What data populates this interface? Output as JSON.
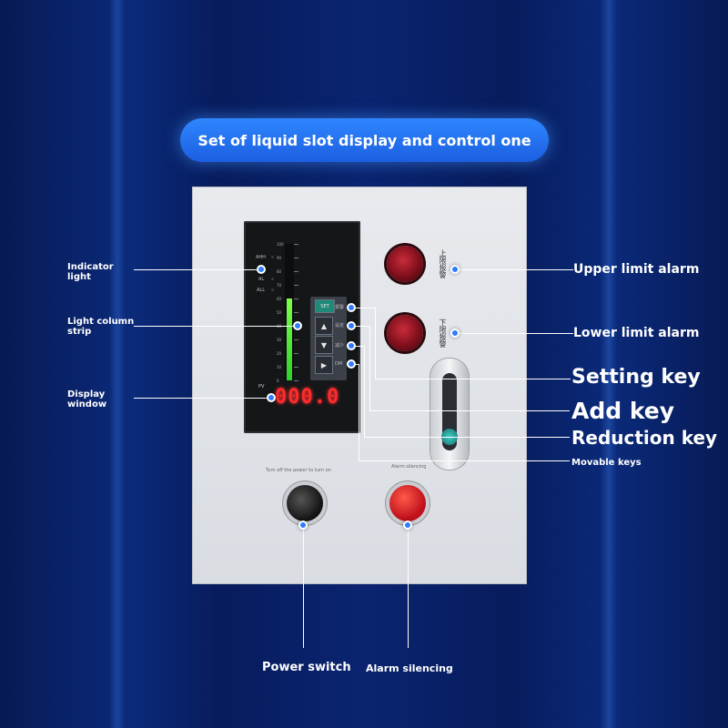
{
  "title": "Set of liquid slot display and control one",
  "meter": {
    "indicators": [
      "AHH",
      "AL",
      "ALL"
    ],
    "scale_ticks": [
      "100",
      "90",
      "80",
      "70",
      "60",
      "50",
      "40",
      "30",
      "20",
      "10",
      "0"
    ],
    "level_percent": 60,
    "pv_label": "PV",
    "pv_value": "000.0",
    "keys": [
      {
        "symbol": "SET",
        "label": "报警"
      },
      {
        "symbol": "▲",
        "label": "设定"
      },
      {
        "symbol": "▼",
        "label": "减少"
      },
      {
        "symbol": "▶",
        "label": "DM"
      }
    ]
  },
  "lamps": {
    "upper_cn": "上限报警",
    "lower_cn": "下限报警"
  },
  "panel_text": {
    "power_note": "Turn off the power to turn on",
    "alarm_note": "Alarm silencing"
  },
  "callouts": {
    "indicator_light": "Indicator light",
    "light_column_strip": "Light column strip",
    "display_window": "Display window",
    "upper_limit_alarm": "Upper limit alarm",
    "lower_limit_alarm": "Lower limit alarm",
    "setting_key": "Setting key",
    "add_key": "Add key",
    "reduction_key": "Reduction key",
    "movable_keys": "Movable keys",
    "power_switch": "Power switch",
    "alarm_silencing": "Alarm silencing"
  },
  "colors": {
    "accent": "#2f7bff",
    "digits": "#ff2b2b",
    "bar": "#4cff3a"
  }
}
